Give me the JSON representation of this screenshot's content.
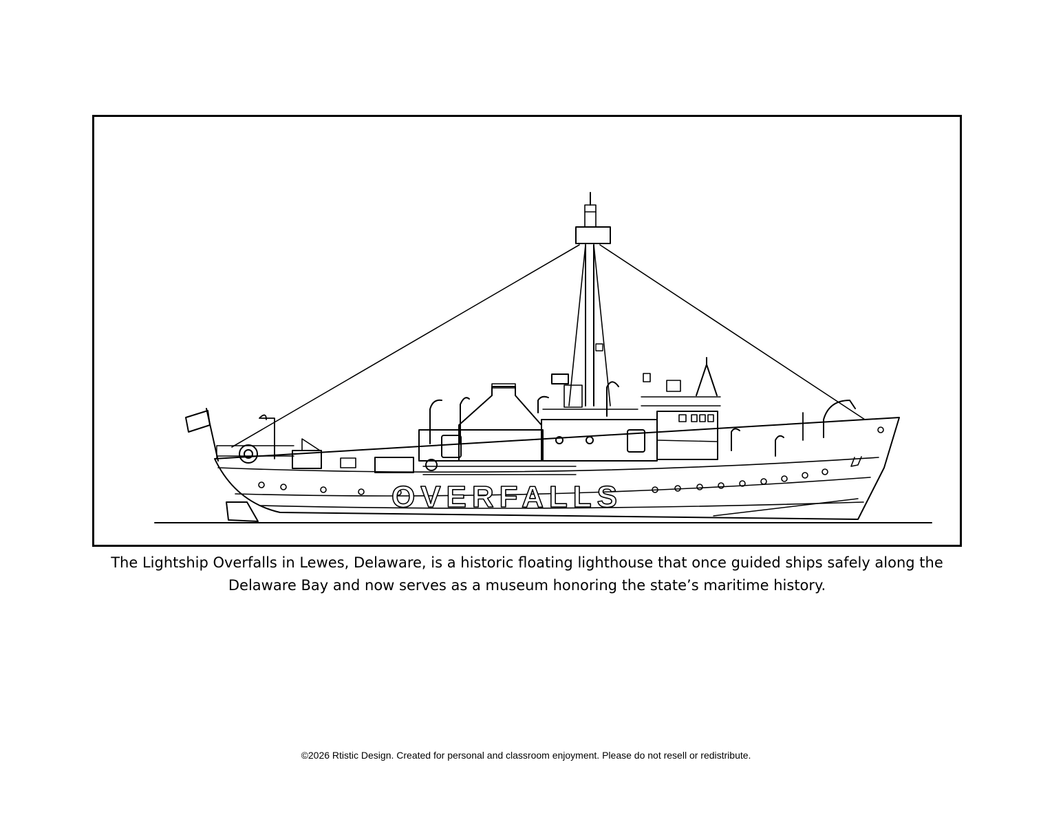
{
  "illustration": {
    "hull_lettering": "OVERFALLS"
  },
  "caption": {
    "line1": "The Lightship Overfalls in Lewes, Delaware, is a historic floating lighthouse that once guided ships safely along the",
    "line2": "Delaware Bay and now serves as a museum honoring the state’s maritime history."
  },
  "footer": {
    "copyright": "©2026 Rtistic Design.  Created for personal and classroom enjoyment. Please do not resell or redistribute."
  }
}
